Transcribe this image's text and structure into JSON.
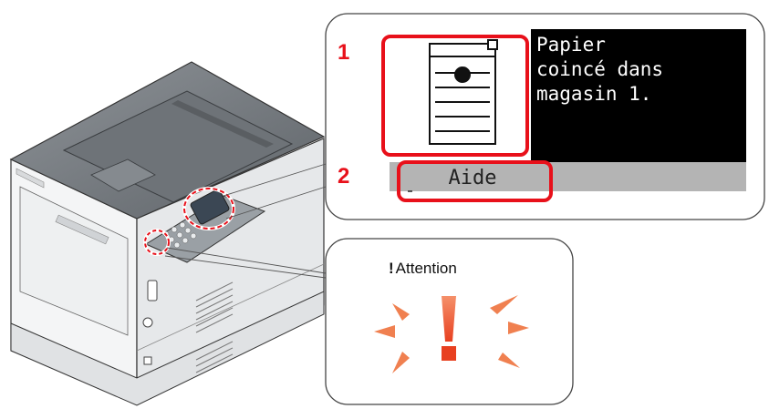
{
  "callouts": {
    "marker_1": "1",
    "marker_2": "2"
  },
  "display": {
    "message": "Papier\ncoincé dans\nmagasin 1.",
    "help_button_label": "Aide"
  },
  "attention_indicator": {
    "exclamation": "!",
    "label": "Attention"
  },
  "colors": {
    "highlight_red": "#e8101a",
    "lcd_black": "#000000",
    "lcd_gray": "#b4b4b4",
    "warning_orange": "#f08050",
    "warning_orange_dark": "#e84020"
  }
}
